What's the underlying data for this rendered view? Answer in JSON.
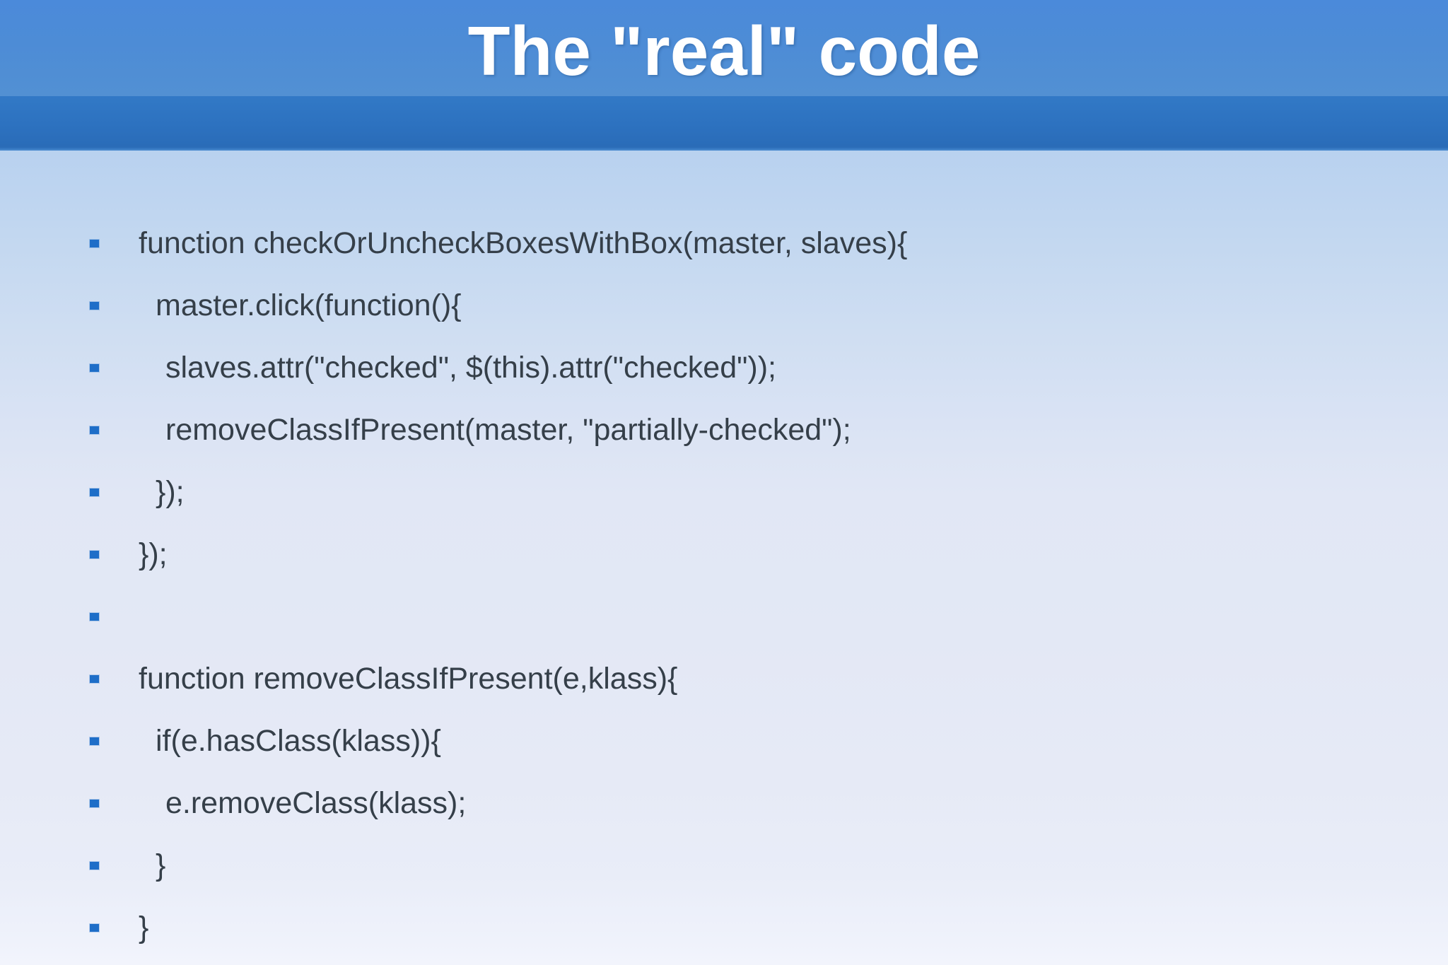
{
  "slide": {
    "title": "The \"real\" code",
    "colors": {
      "header_light": "#4d8cd6",
      "header_dark": "#2d72c0",
      "bullet": "#1e6ec8",
      "text": "#353f49",
      "background_top": "#a9c8ec",
      "background_bottom": "#f2f4fc"
    }
  },
  "content": {
    "bullets": [
      {
        "text": "function checkOrUncheckBoxesWithBox(master, slaves){",
        "indent": 0
      },
      {
        "text": "master.click(function(){",
        "indent": 1
      },
      {
        "text": "slaves.attr(\"checked\", $(this).attr(\"checked\"));",
        "indent": 2
      },
      {
        "text": "removeClassIfPresent(master, \"partially-checked\");",
        "indent": 2
      },
      {
        "text": "});",
        "indent": 1
      },
      {
        "text": "});",
        "indent": 0
      },
      {
        "text": "",
        "indent": 0
      },
      {
        "text": "function removeClassIfPresent(e,klass){",
        "indent": 0
      },
      {
        "text": "if(e.hasClass(klass)){",
        "indent": 1
      },
      {
        "text": "e.removeClass(klass);",
        "indent": 2
      },
      {
        "text": "}",
        "indent": 1
      },
      {
        "text": "}",
        "indent": 0
      }
    ]
  }
}
